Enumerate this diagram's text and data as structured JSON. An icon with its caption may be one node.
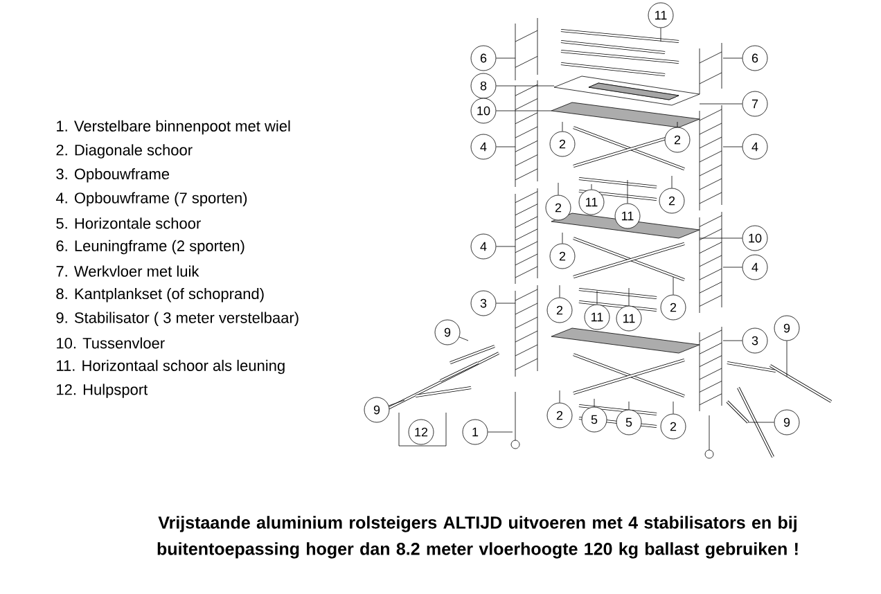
{
  "diagram": {
    "caption": "Vrijstaande aluminium rolsteigers ALTIJD uitvoeren met 4 stabilisators en bij buitentoepassing hoger dan 8.2 meter vloerhoogte 120 kg ballast gebruiken !",
    "nodes": [
      {
        "text": [
          "11"
        ]
      },
      {
        "text": [
          "6"
        ]
      },
      {
        "text": [
          "6"
        ]
      },
      {
        "text": [
          "8"
        ]
      },
      {
        "text": [
          "7"
        ]
      },
      {
        "text": [
          "10"
        ]
      },
      {
        "text": [
          "4"
        ]
      },
      {
        "text": [
          "4"
        ]
      },
      {
        "text": [
          "2"
        ]
      },
      {
        "text": [
          "2"
        ]
      },
      {
        "text": [
          "2"
        ]
      },
      {
        "text": [
          "11"
        ]
      },
      {
        "text": [
          "11"
        ]
      },
      {
        "text": [
          "2"
        ]
      },
      {
        "text": [
          "2"
        ]
      },
      {
        "text": [
          "10"
        ]
      },
      {
        "text": [
          "4"
        ]
      },
      {
        "text": [
          "4"
        ]
      },
      {
        "text": [
          "2"
        ]
      },
      {
        "text": [
          "3"
        ]
      },
      {
        "text": [
          "2"
        ]
      },
      {
        "text": [
          "11"
        ]
      },
      {
        "text": [
          "11"
        ]
      },
      {
        "text": [
          "3"
        ]
      },
      {
        "text": [
          "9"
        ]
      },
      {
        "text": [
          "9"
        ]
      },
      {
        "text": [
          "9"
        ]
      },
      {
        "text": [
          "9"
        ]
      },
      {
        "text": [
          "2"
        ]
      },
      {
        "text": [
          "5"
        ]
      },
      {
        "text": [
          "5"
        ]
      },
      {
        "text": [
          "2"
        ]
      },
      {
        "text": [
          "12"
        ]
      },
      {
        "text": [
          "1"
        ]
      }
    ],
    "edges": [
      {
        "from": 0,
        "to": null,
        "arrow": "none"
      },
      {
        "from": 1,
        "to": null,
        "arrow": "none"
      },
      {
        "from": 2,
        "to": null,
        "arrow": "none"
      },
      {
        "from": 3,
        "to": null,
        "arrow": "none"
      },
      {
        "from": 4,
        "to": null,
        "arrow": "none"
      },
      {
        "from": 5,
        "to": null,
        "arrow": "none"
      },
      {
        "from": 6,
        "to": null,
        "arrow": "none"
      },
      {
        "from": 7,
        "to": null,
        "arrow": "none"
      },
      {
        "from": 8,
        "to": null,
        "arrow": "none"
      },
      {
        "from": 9,
        "to": null,
        "arrow": "none"
      },
      {
        "from": 10,
        "to": null,
        "arrow": "none"
      },
      {
        "from": 11,
        "to": null,
        "arrow": "none"
      },
      {
        "from": 12,
        "to": null,
        "arrow": "none"
      },
      {
        "from": 13,
        "to": null,
        "arrow": "none"
      },
      {
        "from": 14,
        "to": null,
        "arrow": "none"
      },
      {
        "from": 15,
        "to": null,
        "arrow": "none"
      },
      {
        "from": 16,
        "to": null,
        "arrow": "none"
      },
      {
        "from": 17,
        "to": null,
        "arrow": "none"
      },
      {
        "from": 18,
        "to": null,
        "arrow": "none"
      },
      {
        "from": 19,
        "to": null,
        "arrow": "none"
      },
      {
        "from": 20,
        "to": null,
        "arrow": "none"
      },
      {
        "from": 21,
        "to": null,
        "arrow": "none"
      },
      {
        "from": 22,
        "to": null,
        "arrow": "none"
      },
      {
        "from": 23,
        "to": null,
        "arrow": "none"
      },
      {
        "from": 24,
        "to": null,
        "arrow": "none"
      },
      {
        "from": 25,
        "to": null,
        "arrow": "none"
      },
      {
        "from": 26,
        "to": null,
        "arrow": "none"
      },
      {
        "from": 27,
        "to": null,
        "arrow": "none"
      },
      {
        "from": 28,
        "to": null,
        "arrow": "none"
      },
      {
        "from": 29,
        "to": null,
        "arrow": "none"
      },
      {
        "from": 30,
        "to": null,
        "arrow": "none"
      },
      {
        "from": 31,
        "to": null,
        "arrow": "none"
      },
      {
        "from": 33,
        "to": null,
        "arrow": "none"
      }
    ],
    "labels": [
      "1. Verstelbare binnenpoot met wiel",
      "2. Diagonale schoor",
      "3. Opbouwframe",
      "4. Opbouwframe (7 sporten)",
      "5. Horizontale schoor",
      "6. Leuningframe (2 sporten)",
      "7. Werkvloer met luik",
      "8. Kantplankset (of schoprand)",
      "9. Stabilisator ( 3 meter verstelbaar)",
      "10. Tussenvloer",
      "11. Horizontaal schoor als leuning",
      "12. Hulpsport"
    ]
  }
}
